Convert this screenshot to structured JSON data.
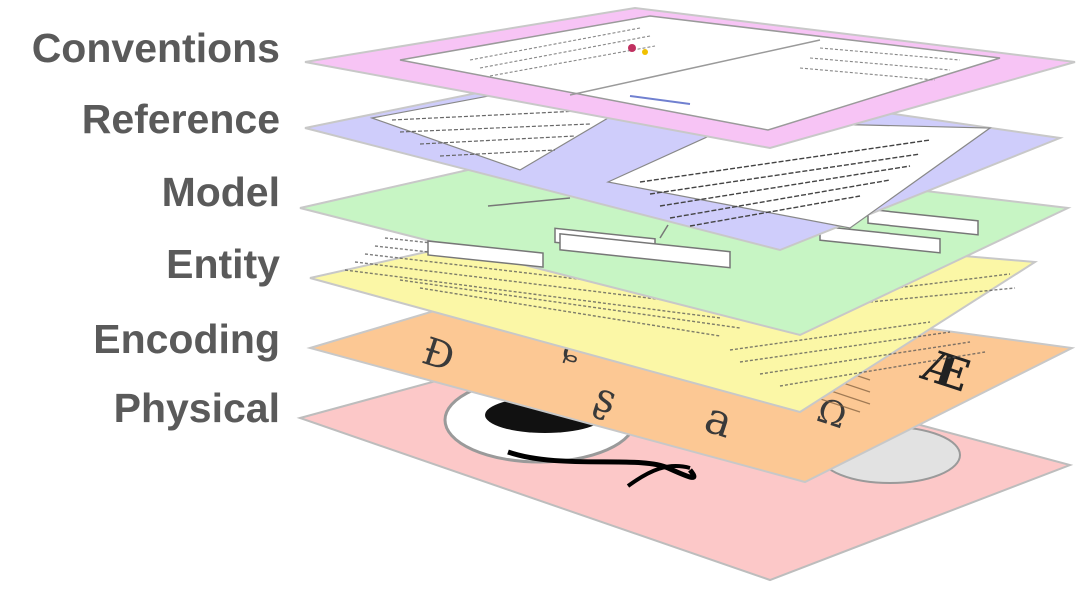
{
  "layers": [
    {
      "id": "conventions",
      "label": "Conventions",
      "color": "#f7c4f5"
    },
    {
      "id": "reference",
      "label": "Reference",
      "color": "#cfcdfb"
    },
    {
      "id": "model",
      "label": "Model",
      "color": "#c7f5c4"
    },
    {
      "id": "entity",
      "label": "Entity",
      "color": "#fbf7a6"
    },
    {
      "id": "encoding",
      "label": "Encoding",
      "color": "#fcc894"
    },
    {
      "id": "physical",
      "label": "Physical",
      "color": "#fcc8c8"
    }
  ],
  "encoding_glyphs": [
    "Ð",
    "ɕ",
    "ʂ",
    "a",
    "Ω",
    "Æ"
  ],
  "colors": {
    "label_text": "#5a5a5a",
    "plane_border": "#c8c8c8"
  },
  "icons": {
    "reference_panel": "bibliographic-record-card",
    "model_panel": "entity-relationship-boxes",
    "entity_panel": "character-entity-table",
    "physical_panel": "magnified-glyph-shape"
  }
}
